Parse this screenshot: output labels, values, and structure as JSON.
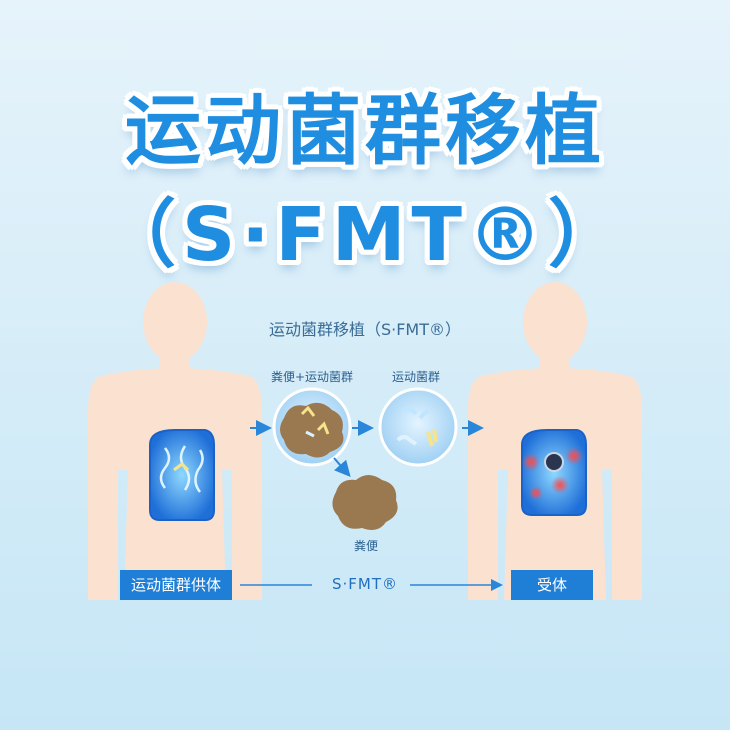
{
  "title": {
    "main": "运动菌群移植",
    "sub": "（S·FMT®）"
  },
  "diagram": {
    "heading": "运动菌群移植（S·FMT®）",
    "step1_label": "粪便+运动菌群",
    "step2_label": "运动菌群",
    "byproduct_label": "粪便",
    "donor_label": "运动菌群供体",
    "recipient_label": "受体",
    "flow_label": "S·FMT®"
  },
  "colors": {
    "title_blue": "#1f8ee0",
    "label_box_blue": "#1f7fd6",
    "arrow_blue": "#2a86d8",
    "body_peach": "#fbe1d0",
    "feces_brown": "#9a7850",
    "inflammation_red": "#e8383d"
  }
}
